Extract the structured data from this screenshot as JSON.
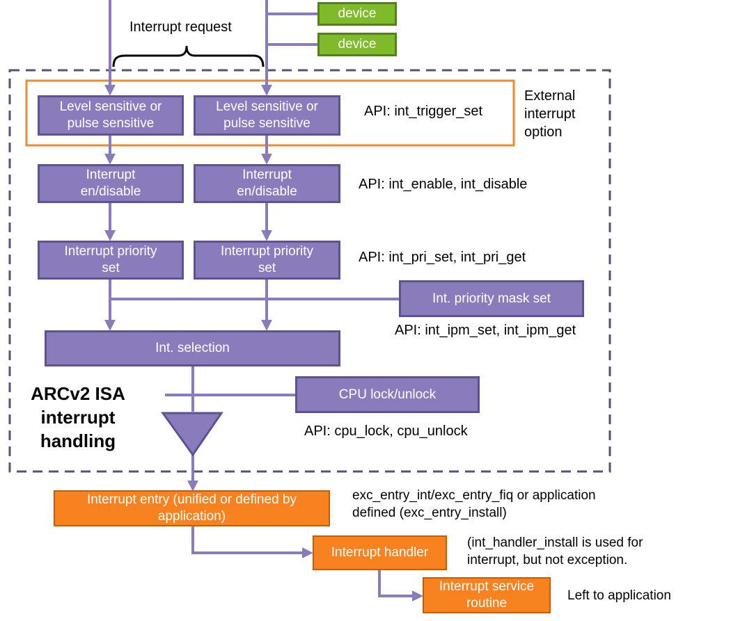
{
  "colors": {
    "flow_line": "#8a7cbc",
    "isa_border": "#5a5070",
    "option_border": "#f08a30",
    "box_purple": "#8a7cbc",
    "box_green": "#7fba2a",
    "box_orange": "#f88220"
  },
  "devices": [
    "device",
    "device"
  ],
  "interrupt_request_label": "Interrupt request",
  "external_option_label": "External\ninterrupt\noption",
  "isa_title": "ARCv2 ISA\ninterrupt\nhandling",
  "stages": {
    "level_sensitive": "Level sensitive or\npulse sensitive",
    "en_disable": "Interrupt\nen/disable",
    "priority_set": "Interrupt priority\nset",
    "priority_mask": "Int. priority mask set",
    "selection": "Int. selection",
    "cpu_lock": "CPU lock/unlock",
    "entry": "Interrupt entry (unified or defined by\napplication)",
    "handler": "Interrupt handler",
    "isr": "Interrupt service\nroutine"
  },
  "apis": {
    "trigger": "API: int_trigger_set",
    "enable": "API: int_enable,  int_disable",
    "priority": "API: int_pri_set,  int_pri_get",
    "ipm": "API: int_ipm_set,  int_ipm_get",
    "cpu": "API: cpu_lock,  cpu_unlock",
    "entry": "exc_entry_int/exc_entry_fiq  or application\ndefined (exc_entry_install)",
    "handler": "(int_handler_install  is used  for\ninterrupt,  but not exception.",
    "isr": "Left to application"
  }
}
